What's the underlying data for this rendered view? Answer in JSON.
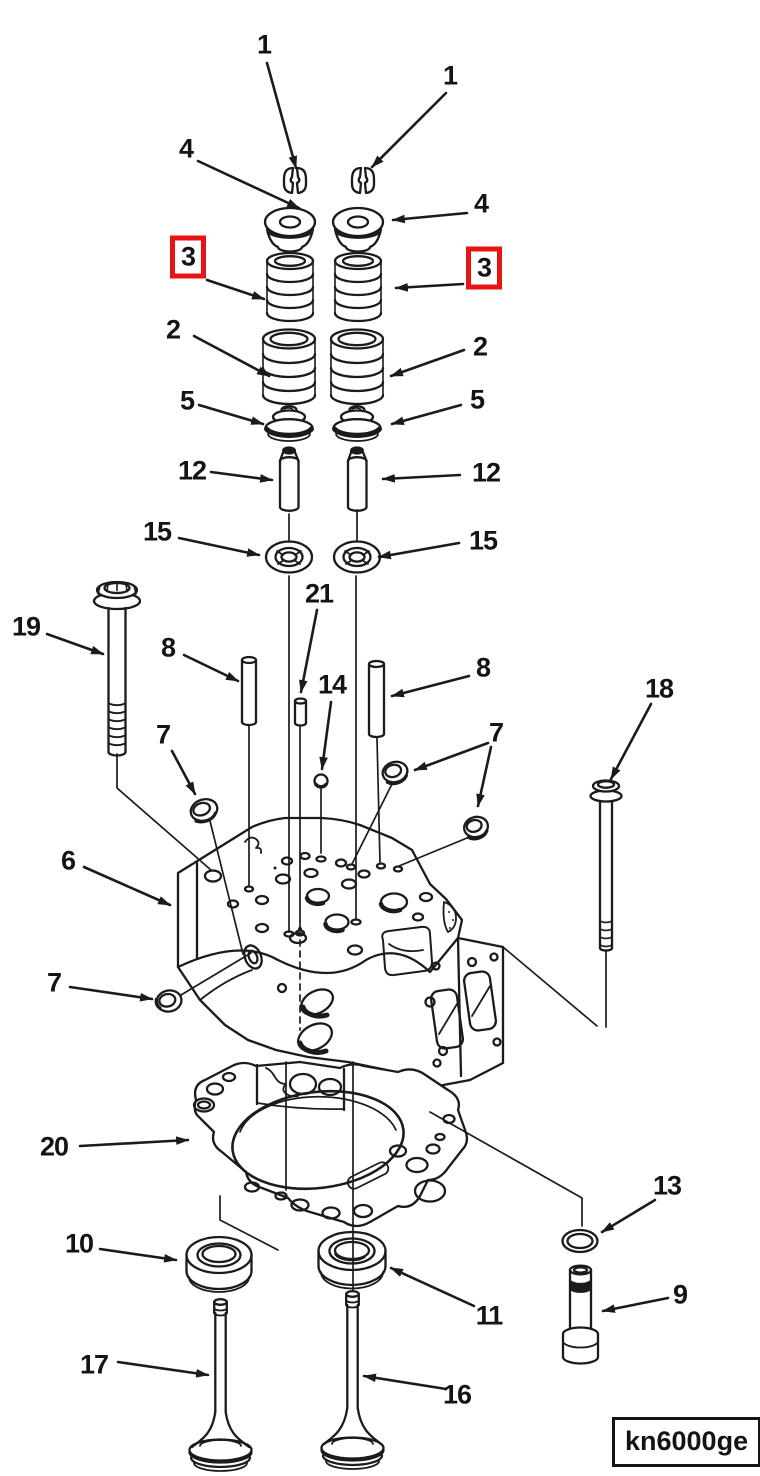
{
  "figure_code": "kn6000ge",
  "colors": {
    "line": "#1b1b1b",
    "highlight": "#e81414",
    "background": "#ffffff"
  },
  "callouts": [
    {
      "label": "1",
      "position": "top-left"
    },
    {
      "label": "1",
      "position": "top-right"
    },
    {
      "label": "4",
      "position": "left"
    },
    {
      "label": "4",
      "position": "right"
    },
    {
      "label": "3",
      "position": "left",
      "highlighted": true
    },
    {
      "label": "3",
      "position": "right",
      "highlighted": true
    },
    {
      "label": "2",
      "position": "left"
    },
    {
      "label": "2",
      "position": "right"
    },
    {
      "label": "5",
      "position": "left"
    },
    {
      "label": "5",
      "position": "right"
    },
    {
      "label": "12",
      "position": "left"
    },
    {
      "label": "12",
      "position": "right"
    },
    {
      "label": "15",
      "position": "left"
    },
    {
      "label": "15",
      "position": "right"
    },
    {
      "label": "21",
      "position": "center"
    },
    {
      "label": "19",
      "position": "far-left"
    },
    {
      "label": "8",
      "position": "left"
    },
    {
      "label": "8",
      "position": "right"
    },
    {
      "label": "14",
      "position": "center"
    },
    {
      "label": "7",
      "position": "upper-left"
    },
    {
      "label": "7",
      "position": "right"
    },
    {
      "label": "18",
      "position": "far-right"
    },
    {
      "label": "6",
      "position": "left"
    },
    {
      "label": "7",
      "position": "lower-left"
    },
    {
      "label": "20",
      "position": "left"
    },
    {
      "label": "10",
      "position": "left"
    },
    {
      "label": "11",
      "position": "center-right"
    },
    {
      "label": "13",
      "position": "right"
    },
    {
      "label": "9",
      "position": "right"
    },
    {
      "label": "17",
      "position": "bottom-left"
    },
    {
      "label": "16",
      "position": "bottom-center"
    }
  ]
}
